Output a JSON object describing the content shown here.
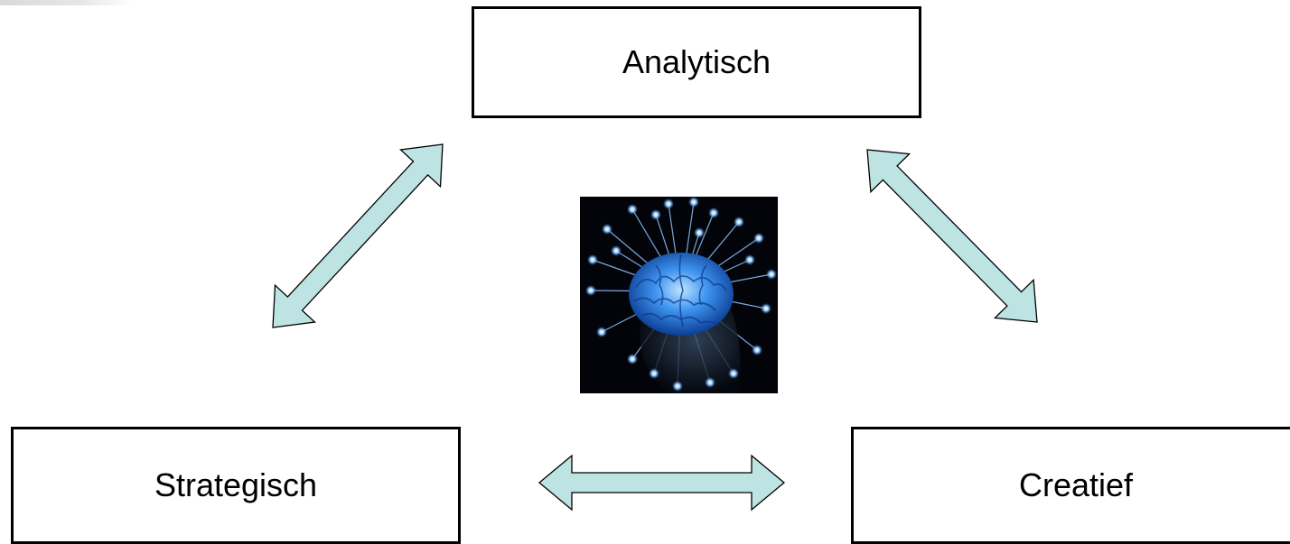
{
  "diagram": {
    "nodes": {
      "analytisch": "Analytisch",
      "strategisch": "Strategisch",
      "creatief": "Creatief"
    },
    "connections": [
      {
        "from": "Strategisch",
        "to": "Analytisch",
        "type": "bidirectional"
      },
      {
        "from": "Analytisch",
        "to": "Creatief",
        "type": "bidirectional"
      },
      {
        "from": "Strategisch",
        "to": "Creatief",
        "type": "bidirectional"
      }
    ],
    "center_image": "brain-network-image"
  },
  "colors": {
    "arrow_fill": "#bde3e3",
    "arrow_stroke": "#000000",
    "box_border": "#000000",
    "brain_blue": "#2f7fe0",
    "image_bg": "#000000"
  }
}
